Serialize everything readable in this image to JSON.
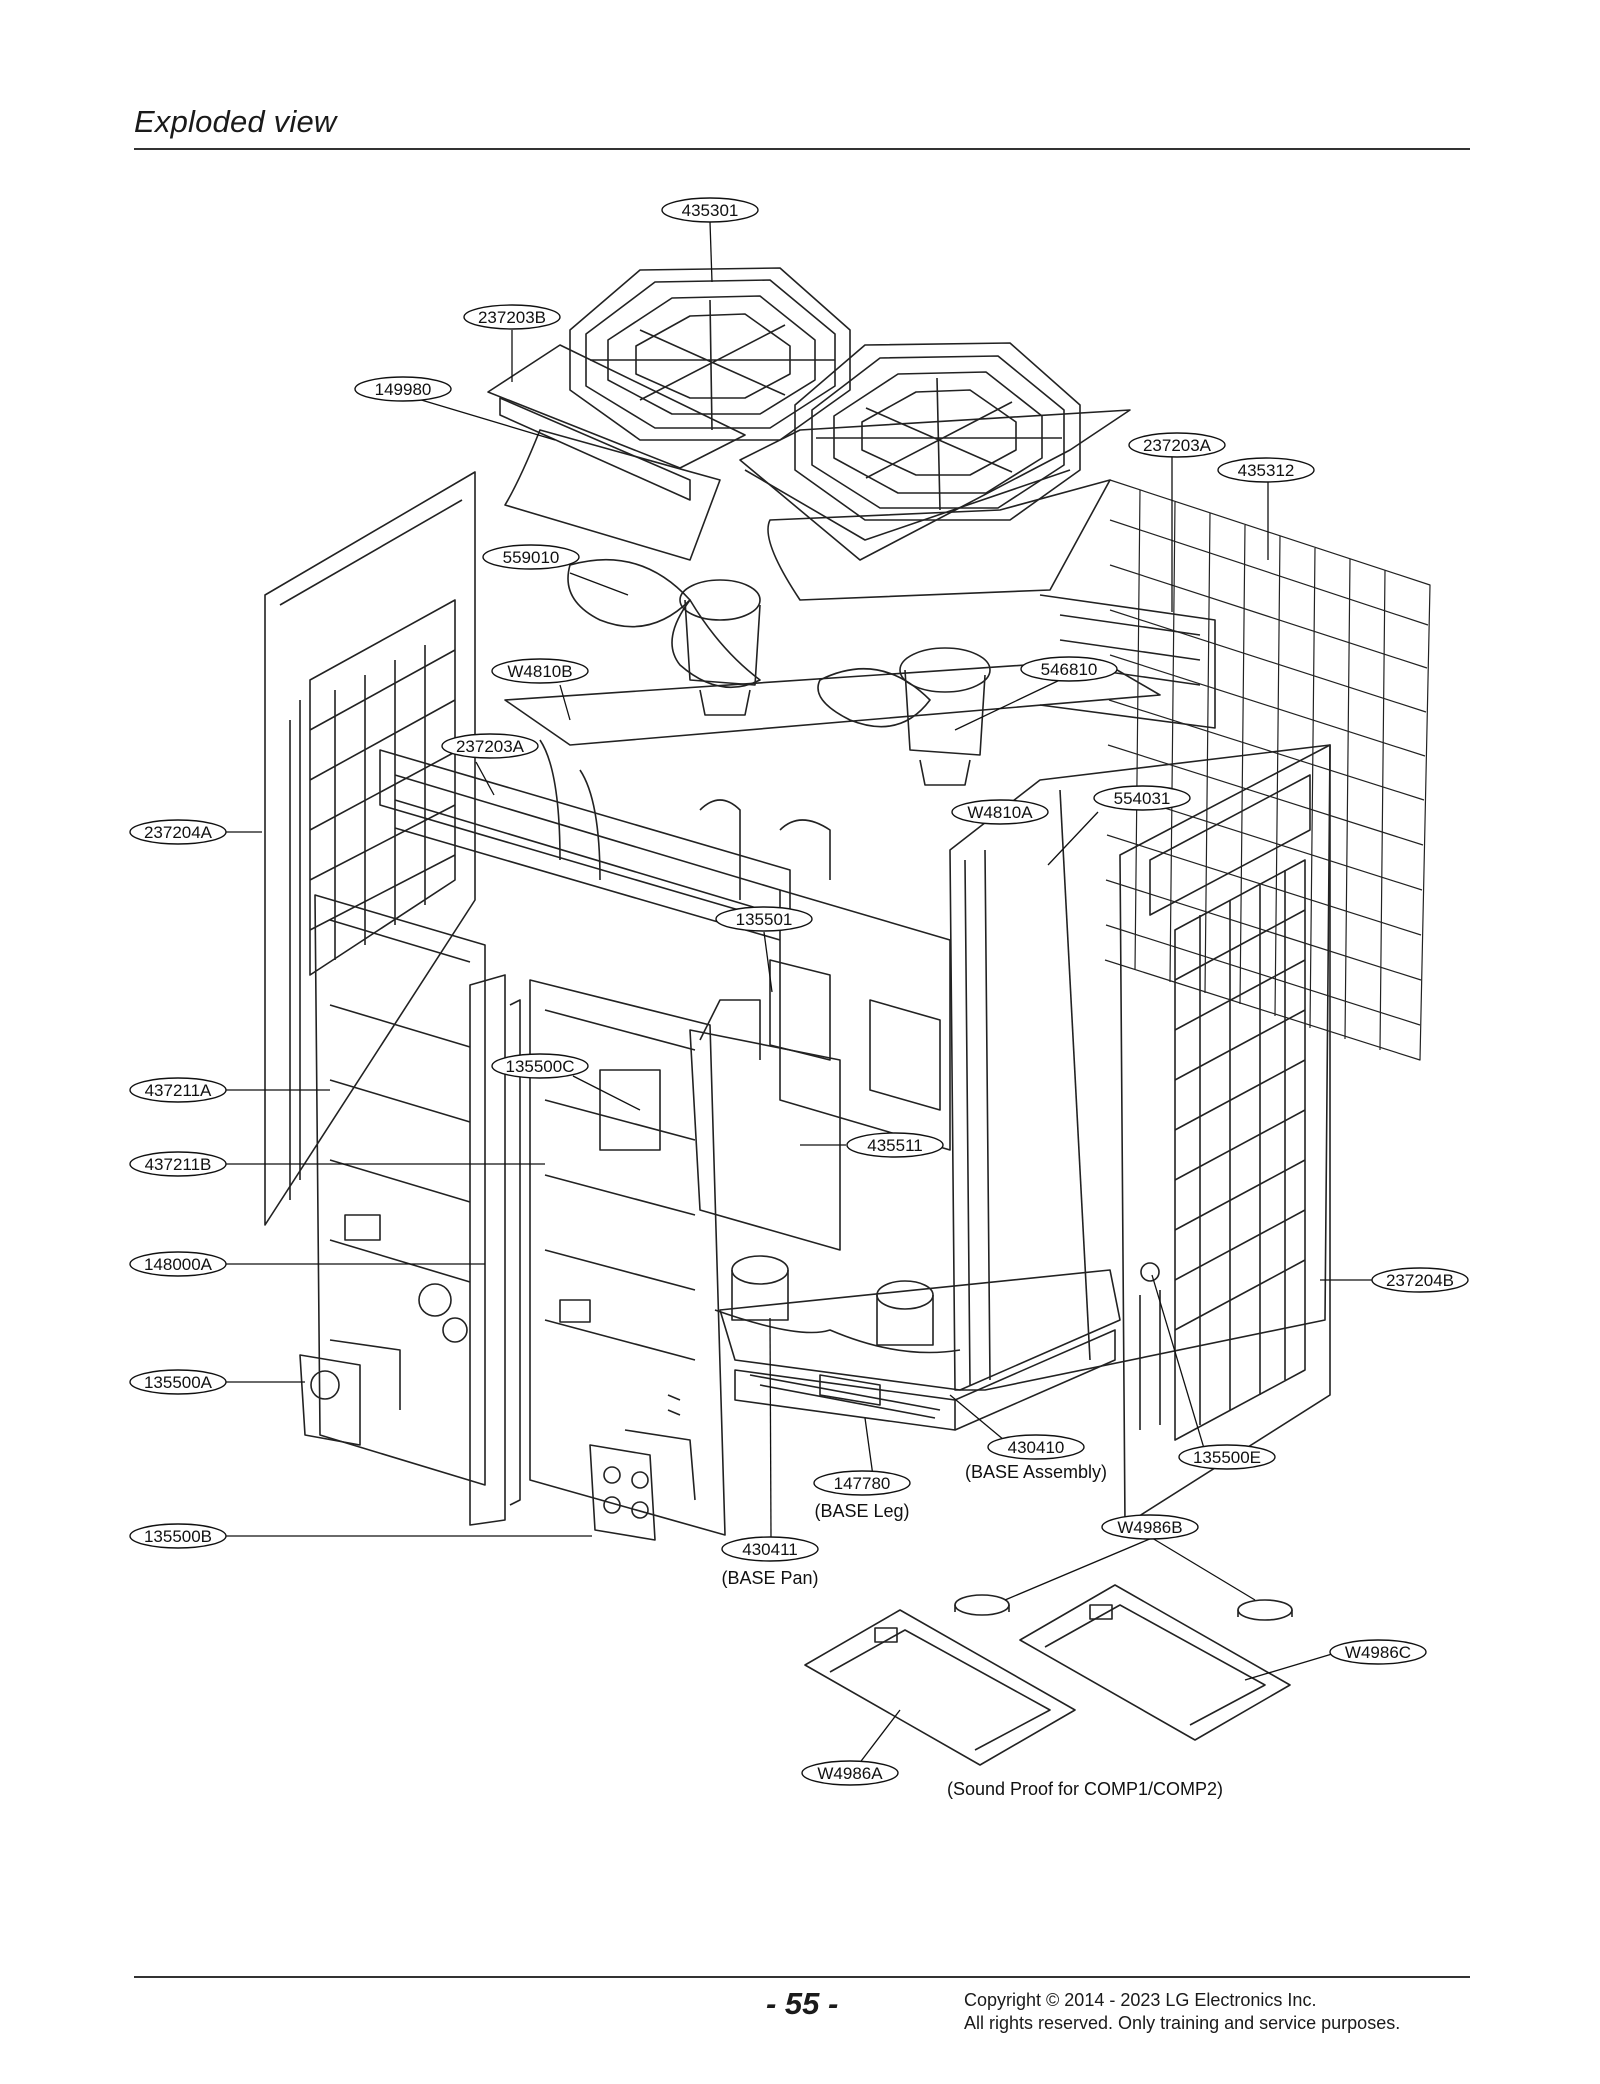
{
  "header": {
    "title": "Exploded view"
  },
  "callouts": {
    "c435301": "435301",
    "c237203B": "237203B",
    "c149980": "149980",
    "c237203A_top": "237203A",
    "c435312": "435312",
    "c559010": "559010",
    "cW4810B": "W4810B",
    "c546810": "546810",
    "c237203A_mid": "237203A",
    "c554031": "554031",
    "cW4810A": "W4810A",
    "c237204A": "237204A",
    "c135501": "135501",
    "c135500C": "135500C",
    "c437211A": "437211A",
    "c437211B": "437211B",
    "c435511": "435511",
    "c148000A": "148000A",
    "c237204B": "237204B",
    "c135500A": "135500A",
    "c430410": "430410",
    "c135500E": "135500E",
    "c147780": "147780",
    "c135500B": "135500B",
    "c430411": "430411",
    "cW4986B": "W4986B",
    "cW4986C": "W4986C",
    "cW4986A": "W4986A"
  },
  "notes": {
    "base_assembly": "(BASE Assembly)",
    "base_leg": "(BASE Leg)",
    "base_pan": "(BASE Pan)",
    "sound_proof": "(Sound Proof for COMP1/COMP2)"
  },
  "footer": {
    "page_number": "- 55 -",
    "copyright_line1": "Copyright © 2014 - 2023 LG Electronics Inc.",
    "copyright_line2": "All rights reserved. Only training and service purposes."
  }
}
